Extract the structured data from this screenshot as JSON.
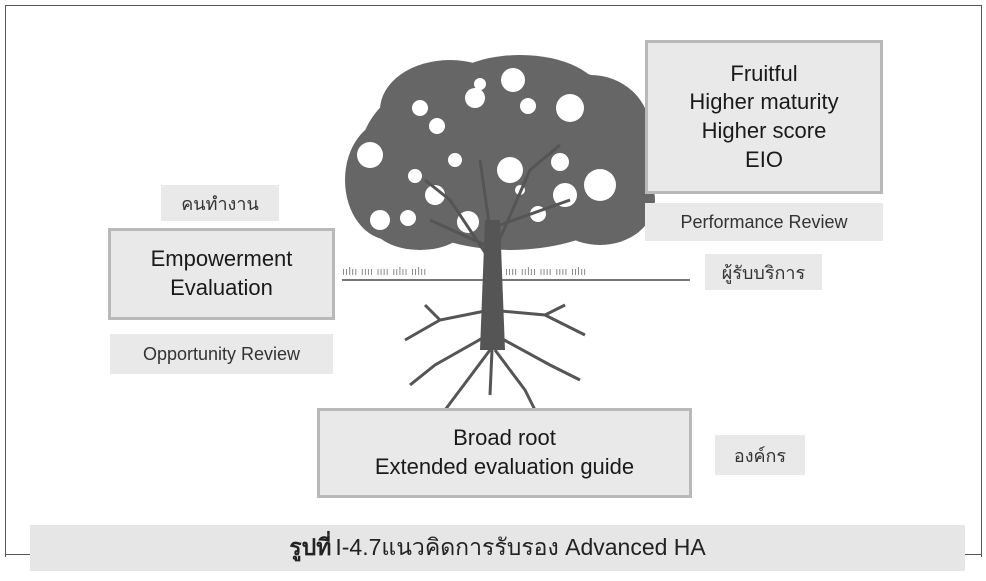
{
  "boxes": {
    "fruitful": {
      "title": "Fruitful",
      "lines": [
        "Higher maturity",
        "Higher score",
        "EIO"
      ]
    },
    "empowerment": {
      "lines": [
        "Empowerment",
        "Evaluation"
      ]
    },
    "broad_root": {
      "title": "Broad root",
      "subtitle": "Extended evaluation guide"
    }
  },
  "tags": {
    "workers": "คนทำงาน",
    "opportunity_review": "Opportunity Review",
    "performance_review": "Performance Review",
    "service_recipients": "ผู้รับบริการ",
    "organization": "องค์กร"
  },
  "caption": {
    "label": "รูปที่",
    "text": "I-4.7แนวคิดการรับรอง Advanced HA"
  },
  "colors": {
    "canopy": "#666666",
    "trunk": "#555555",
    "box_fill": "#e9e9e9",
    "box_border": "#b9b9b9"
  }
}
